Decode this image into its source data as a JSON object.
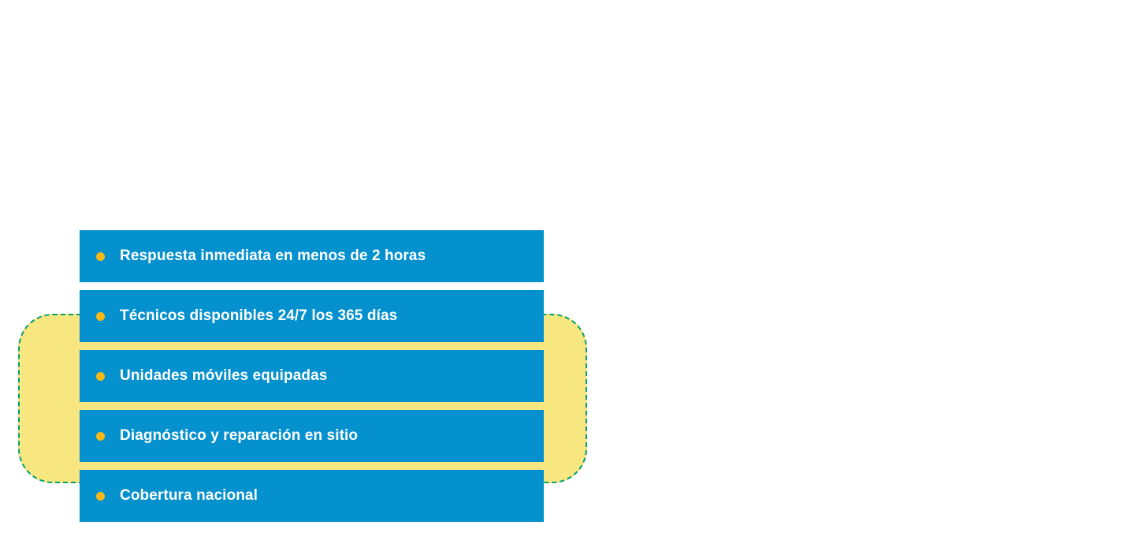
{
  "panel": {
    "name": "benefits-highlight-panel",
    "fill_color": "#f8e680",
    "border_color": "#00a06d",
    "border_style": "dashed"
  },
  "list": {
    "bullet_color": "#fdb913",
    "item_background": "#0590ce",
    "item_text_color": "#ffffff",
    "items": [
      {
        "bullet": "dot-icon",
        "label": "Respuesta inmediata en menos de 2 horas"
      },
      {
        "bullet": "dot-icon",
        "label": "Técnicos disponibles 24/7 los 365 días"
      },
      {
        "bullet": "dot-icon",
        "label": "Unidades móviles equipadas"
      },
      {
        "bullet": "dot-icon",
        "label": "Diagnóstico y reparación en sitio"
      },
      {
        "bullet": "dot-icon",
        "label": "Cobertura nacional"
      }
    ]
  }
}
